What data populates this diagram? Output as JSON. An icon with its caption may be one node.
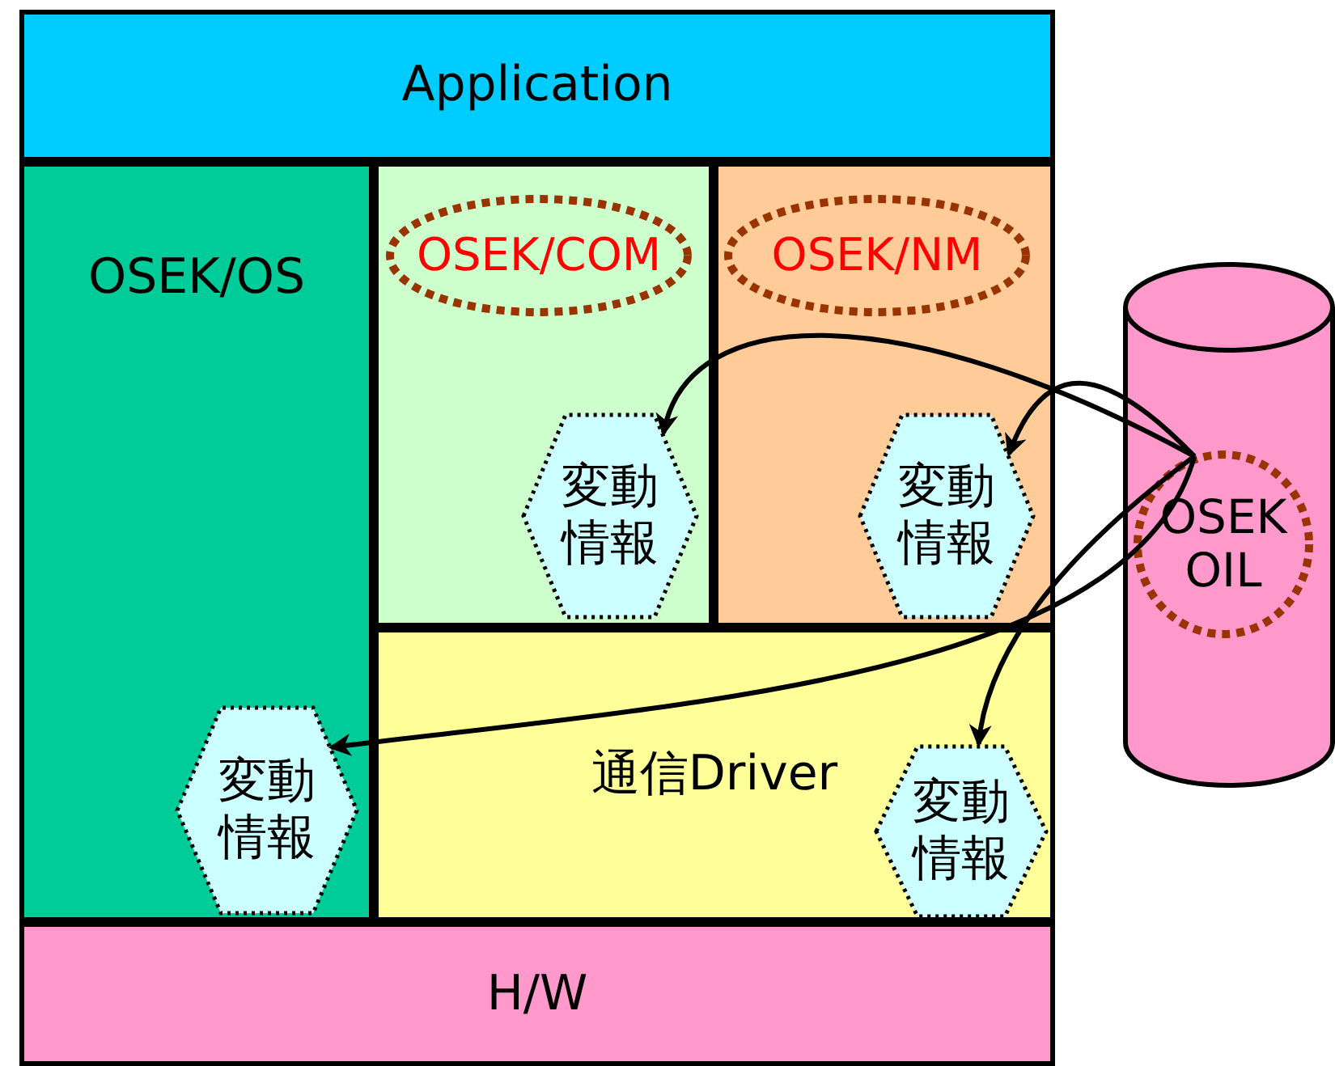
{
  "diagram": {
    "nodes": [
      {
        "text": [
          "Application"
        ]
      },
      {
        "text": [
          "OSEK/OS"
        ]
      },
      {
        "text": [],
        "shape": "box"
      },
      {
        "text": [
          "OSEK/COM"
        ],
        "in": 2
      },
      {
        "text": [],
        "shape": "box"
      },
      {
        "text": [
          "OSEK/NM"
        ],
        "in": 4
      },
      {
        "text": [
          "変動情報"
        ],
        "in": 2
      },
      {
        "text": [
          "変動情報"
        ],
        "in": 4
      },
      {
        "text": [
          "通信Driver"
        ]
      },
      {
        "text": [
          "変動情報"
        ],
        "in": 8
      },
      {
        "text": [
          "変動情報"
        ],
        "in": 1
      },
      {
        "text": [
          "H/W"
        ]
      },
      {
        "text": [],
        "shape": "cylinder"
      },
      {
        "text": [
          "OSEK OIL"
        ],
        "in": 12
      }
    ],
    "edges": [
      {
        "from": 13,
        "to": 6,
        "arrow": "to"
      },
      {
        "from": 13,
        "to": 7,
        "arrow": "to"
      },
      {
        "from": 13,
        "to": 9,
        "arrow": "to"
      },
      {
        "from": 13,
        "to": 10,
        "arrow": "to"
      }
    ]
  }
}
